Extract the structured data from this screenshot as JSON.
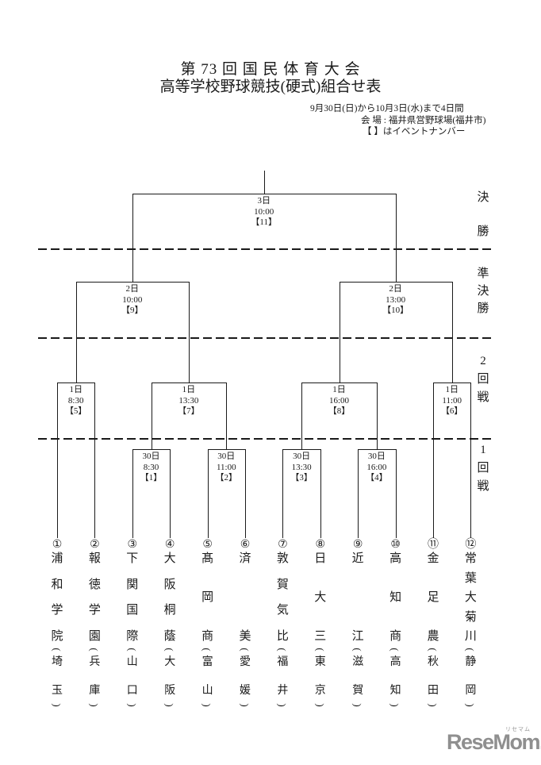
{
  "header": {
    "title_line1": "第 73 回 国 民 体 育 大 会",
    "title_line2": "高等学校野球競技(硬式)組合せ表",
    "info_lines": [
      "9月30日(日)から10月3日(水)まで4日間",
      "会 場 : 福井県営野球場(福井市)",
      "【 】はイベントナンバー"
    ]
  },
  "rounds": [
    {
      "label": "決勝"
    },
    {
      "label": "準決勝"
    },
    {
      "label": "2回戦"
    },
    {
      "label": "1回戦"
    }
  ],
  "matches": [
    {
      "id": 1,
      "round": "1回戦",
      "day": "30日",
      "time": "8:30",
      "event_no": "【1】"
    },
    {
      "id": 2,
      "round": "1回戦",
      "day": "30日",
      "time": "11:00",
      "event_no": "【2】"
    },
    {
      "id": 3,
      "round": "1回戦",
      "day": "30日",
      "time": "13:30",
      "event_no": "【3】"
    },
    {
      "id": 4,
      "round": "1回戦",
      "day": "30日",
      "time": "16:00",
      "event_no": "【4】"
    },
    {
      "id": 5,
      "round": "2回戦",
      "day": "1日",
      "time": "8:30",
      "event_no": "【5】"
    },
    {
      "id": 6,
      "round": "2回戦",
      "day": "1日",
      "time": "11:00",
      "event_no": "【6】"
    },
    {
      "id": 7,
      "round": "2回戦",
      "day": "1日",
      "time": "13:30",
      "event_no": "【7】"
    },
    {
      "id": 8,
      "round": "2回戦",
      "day": "1日",
      "time": "16:00",
      "event_no": "【8】"
    },
    {
      "id": 9,
      "round": "準決勝",
      "day": "2日",
      "time": "10:00",
      "event_no": "【9】"
    },
    {
      "id": 10,
      "round": "準決勝",
      "day": "2日",
      "time": "13:00",
      "event_no": "【10】"
    },
    {
      "id": 11,
      "round": "決勝",
      "day": "3日",
      "time": "10:00",
      "event_no": "【11】"
    }
  ],
  "teams": [
    {
      "seed": "①",
      "name": "浦和学院",
      "prefecture": "埼玉"
    },
    {
      "seed": "②",
      "name": "報徳学園",
      "prefecture": "兵庫"
    },
    {
      "seed": "③",
      "name": "下関国際",
      "prefecture": "山口"
    },
    {
      "seed": "④",
      "name": "大阪桐蔭",
      "prefecture": "大阪"
    },
    {
      "seed": "⑤",
      "name": "髙岡商",
      "prefecture": "富山"
    },
    {
      "seed": "⑥",
      "name": "済美",
      "prefecture": "愛媛"
    },
    {
      "seed": "⑦",
      "name": "敦賀気比",
      "prefecture": "福井"
    },
    {
      "seed": "⑧",
      "name": "日大三",
      "prefecture": "東京"
    },
    {
      "seed": "⑨",
      "name": "近江",
      "prefecture": "滋賀"
    },
    {
      "seed": "⑩",
      "name": "高知商",
      "prefecture": "高知"
    },
    {
      "seed": "⑪",
      "name": "金足農",
      "prefecture": "秋田"
    },
    {
      "seed": "⑫",
      "name": "常葉大菊川",
      "prefecture": "静岡"
    }
  ],
  "logo": {
    "wordmark": "ReseMom.",
    "furigana": "リセマム",
    "color": "#8f8f8f"
  },
  "colors": {
    "line": "#1a1a1a",
    "background": "#ffffff"
  }
}
